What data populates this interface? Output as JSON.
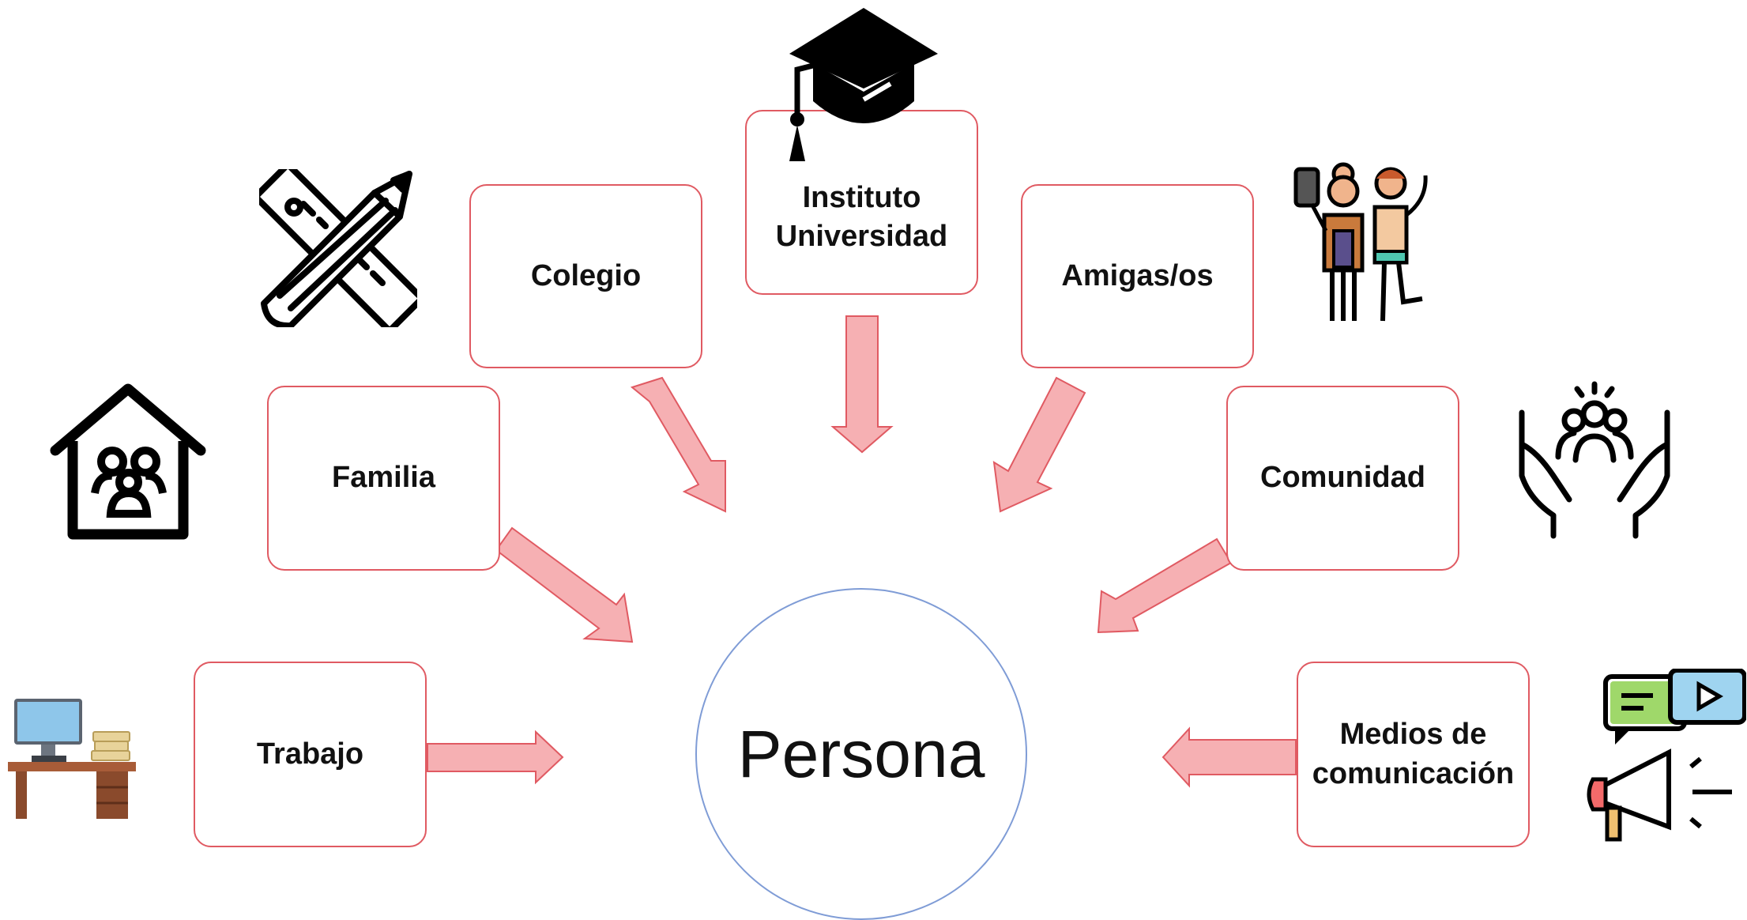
{
  "center": {
    "label": "Persona"
  },
  "nodes": {
    "colegio": "Colegio",
    "instituto_line1": "Instituto",
    "instituto_line2": "Universidad",
    "amigos": "Amigas/os",
    "familia": "Familia",
    "comunidad": "Comunidad",
    "trabajo": "Trabajo",
    "medios_line1": "Medios de",
    "medios_line2": "comunicación"
  },
  "colors": {
    "box_border": "#e05a62",
    "arrow_fill": "#f6b0b3",
    "arrow_stroke": "#e05a62",
    "circle_border": "#7f9cd6"
  },
  "icons": [
    "pencil-ruler-icon",
    "graduation-cap-icon",
    "friends-selfie-icon",
    "family-house-icon",
    "community-hands-icon",
    "desk-computer-icon",
    "media-megaphone-icon"
  ]
}
